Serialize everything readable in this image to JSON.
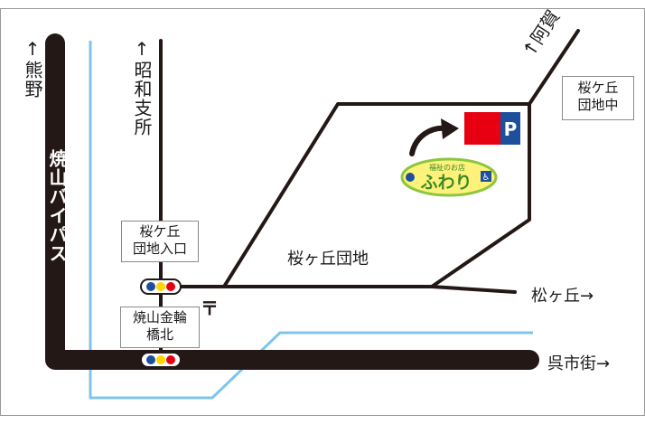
{
  "roads": {
    "kumano": "↑熊野",
    "showa_branch": "↑昭和支所",
    "yakeyama_bypass": "焼山バイパス",
    "aga": "↑阿賀",
    "matsugaoka": "松ヶ丘→",
    "kure_city": "呉市街→"
  },
  "places": {
    "sakuragaoka_center": [
      "桜ケ丘",
      "団地中"
    ],
    "sakuragaoka_entrance": [
      "桜ケ丘",
      "団地入口"
    ],
    "yakeyama_kanawa": [
      "焼山金輪",
      "橋北"
    ],
    "danchi_area": "桜ヶ丘団地"
  },
  "shop": {
    "tagline": "福祉のお店",
    "name": "ふわり",
    "parking_letter": "P"
  },
  "colors": {
    "road": "#231815",
    "river": "#7fc4ec",
    "shop_red": "#e60012",
    "parking_blue": "#1d4f9c",
    "badge_yellow": "#fff27a",
    "badge_green": "#8cc63f",
    "signal_blue": "#1d4f9c",
    "signal_yellow": "#ffd400",
    "signal_red": "#e60012"
  },
  "icons": {
    "post_office": "〒",
    "direction_arrow": "curved-arrow-icon",
    "wheelchair": "wheelchair-icon"
  }
}
